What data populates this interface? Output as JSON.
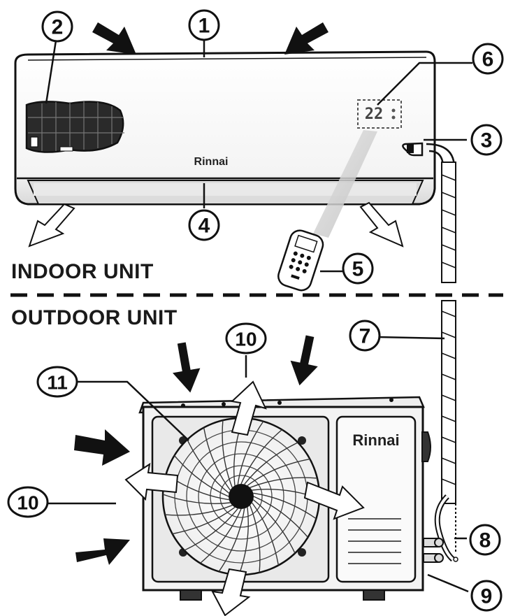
{
  "labels": {
    "indoor": "INDOOR UNIT",
    "outdoor": "OUTDOOR UNIT"
  },
  "brand": "Rinnai",
  "display": {
    "temperature": "22"
  },
  "callouts": [
    "1",
    "2",
    "3",
    "4",
    "5",
    "6",
    "7",
    "8",
    "9",
    "10",
    "10",
    "11"
  ],
  "colors": {
    "ink": "#111111",
    "panel": "#f4f4f4",
    "shade": "#c8c8c8",
    "filter": "#2a2a2a"
  },
  "icons": [
    "airflow-in-arrow",
    "airflow-out-arrow",
    "remote-control",
    "fan-grille"
  ]
}
